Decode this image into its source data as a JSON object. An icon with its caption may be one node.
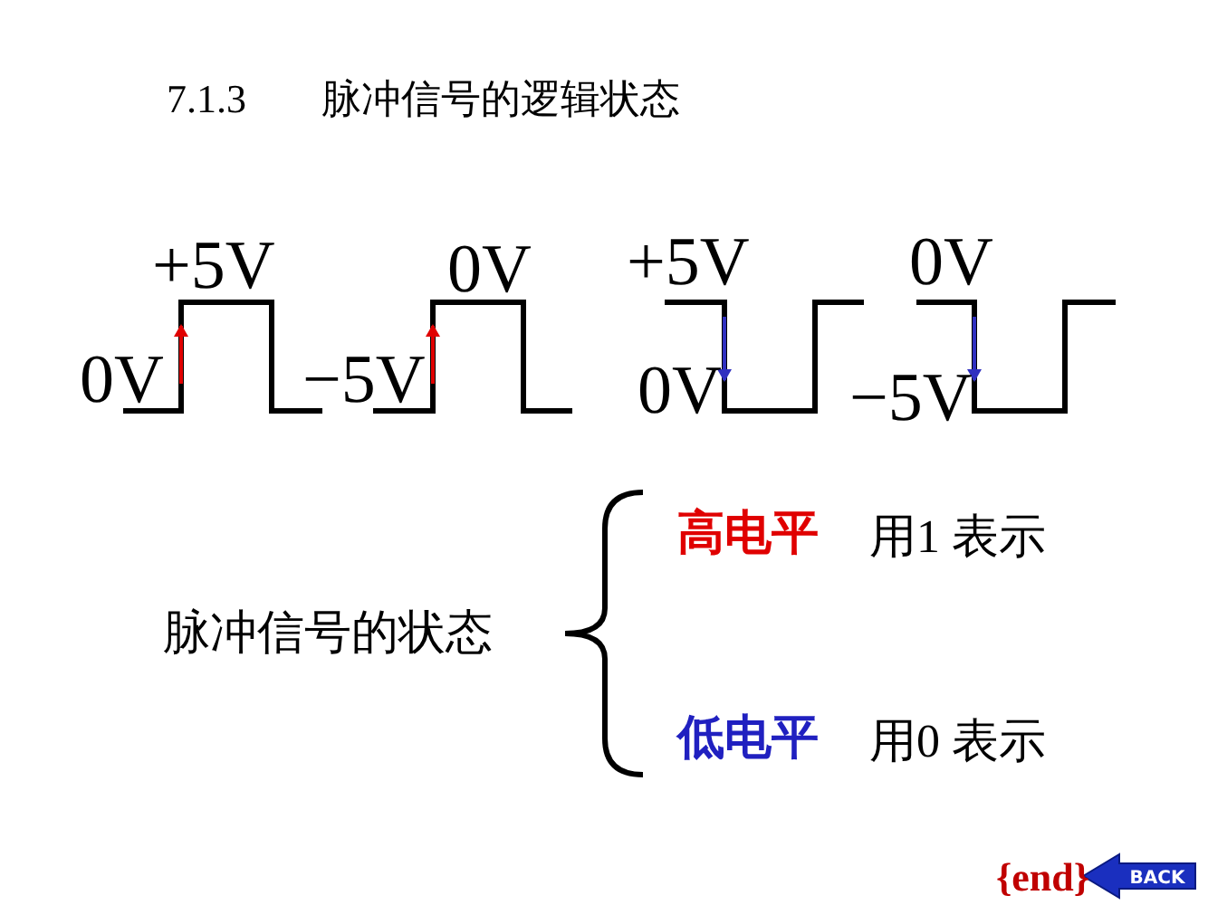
{
  "diagram": {
    "title": "7.1.3 脉冲信号的逻辑状态",
    "labels": [
      "+5V",
      "0V",
      "+5V",
      "0V",
      "0V",
      "−5V",
      "0V",
      "−5V",
      "高电平",
      "用1 表示",
      "脉冲信号的状态",
      "低电平",
      "用0 表示",
      "{end}",
      "BACK"
    ]
  }
}
